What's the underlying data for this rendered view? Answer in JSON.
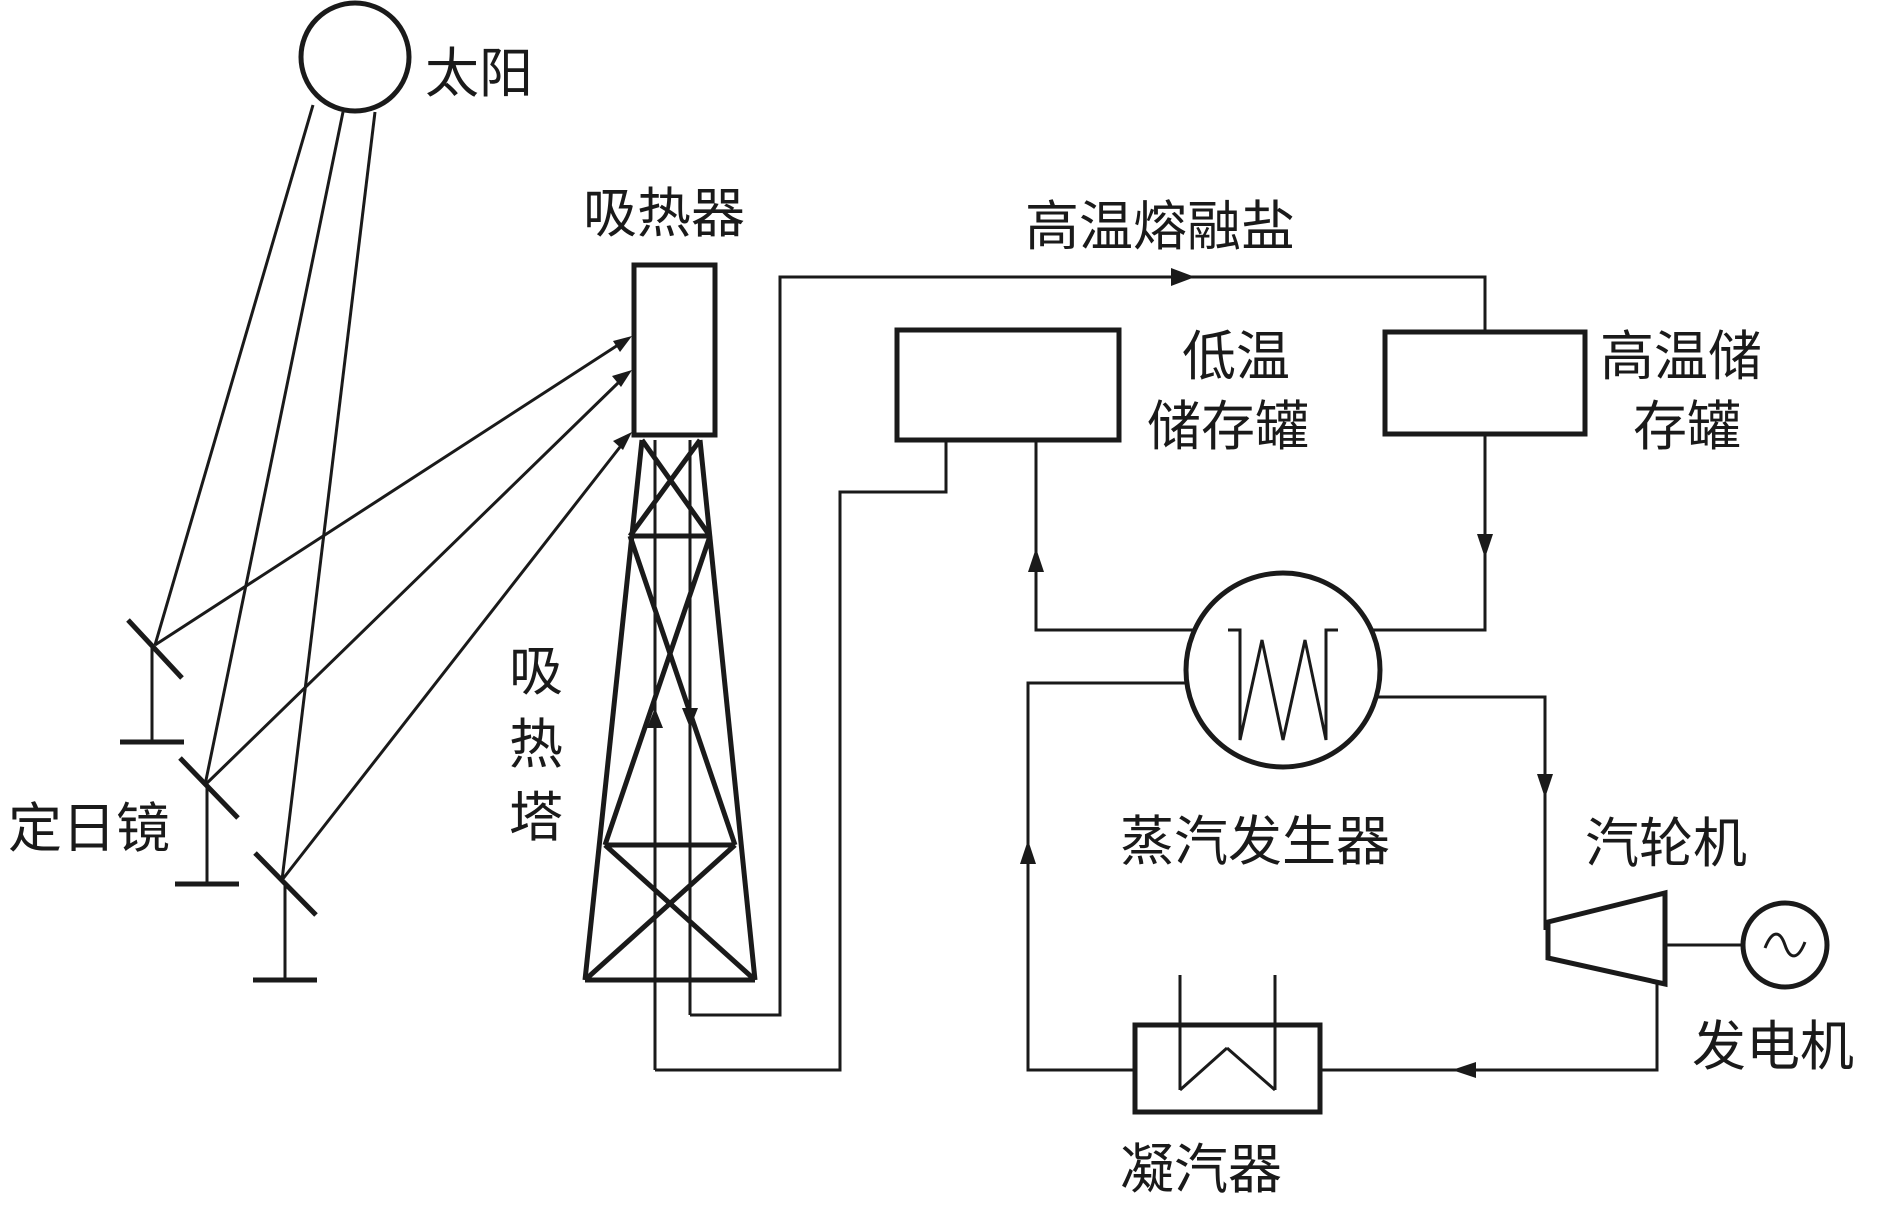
{
  "labels": {
    "sun": "太阳",
    "receiver": "吸热器",
    "hot_salt": "高温熔融盐",
    "cold_tank": "低温储存罐",
    "hot_tank": "高温储存罐",
    "tower": "吸热塔",
    "heliostat": "定日镜",
    "steam_generator": "蒸汽发生器",
    "turbine": "汽轮机",
    "generator": "发电机",
    "condenser": "凝汽器"
  },
  "colors": {
    "line": "#1a1a1a",
    "background": "#ffffff"
  }
}
